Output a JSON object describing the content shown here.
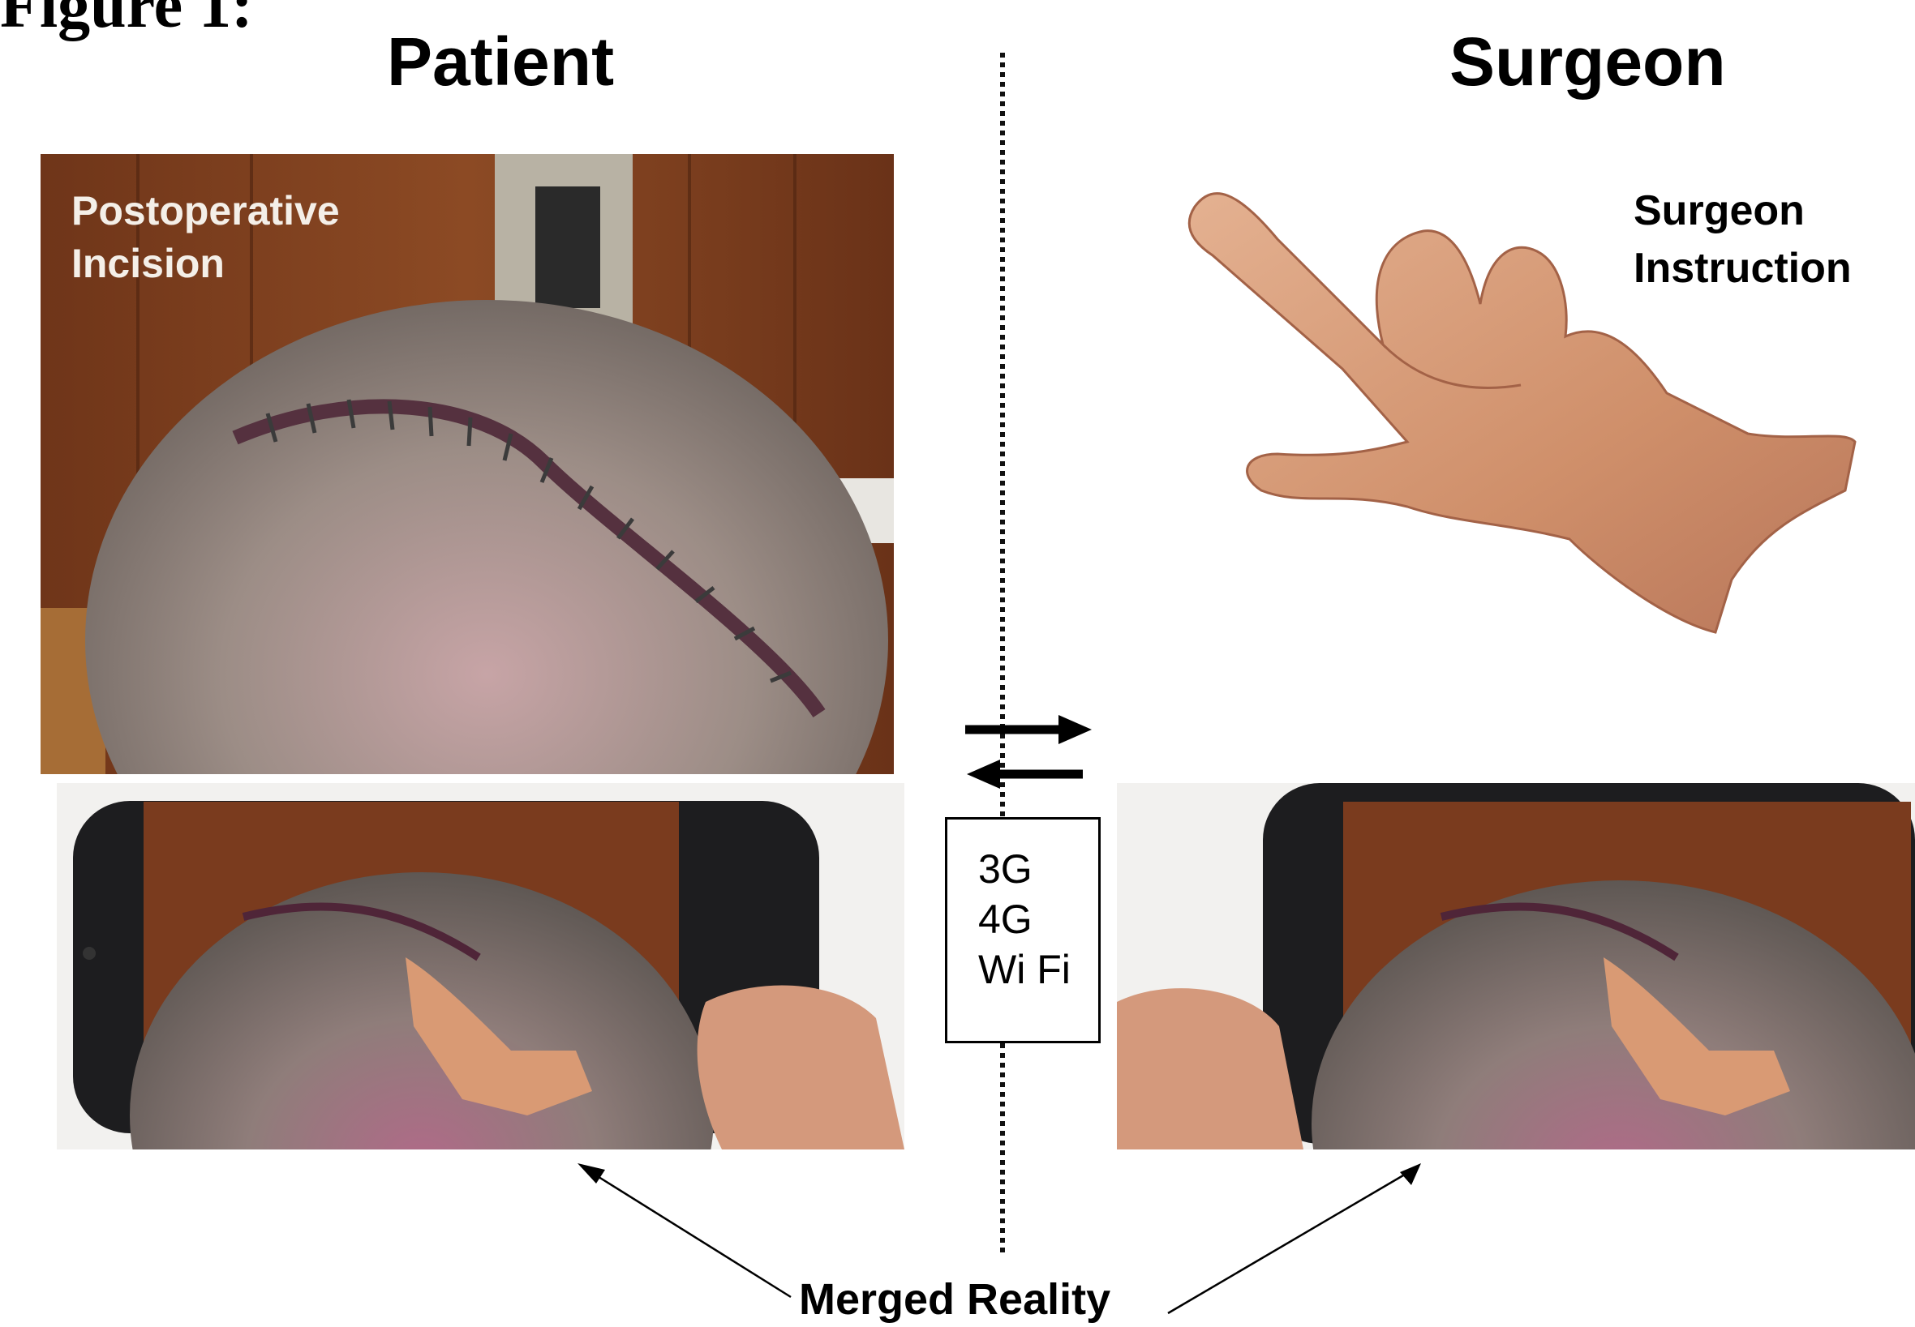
{
  "figure_label": "Figure 1:",
  "columns": {
    "left_title": "Patient",
    "right_title": "Surgeon"
  },
  "patient_photo": {
    "overlay": "Postoperative\nIncision"
  },
  "surgeon_panel": {
    "label": "Surgeon\nInstruction"
  },
  "network_box": {
    "items": [
      "3G",
      "4G",
      "Wi Fi"
    ]
  },
  "merged_label": "Merged Reality",
  "colors": {
    "wood": "#7a3b1e",
    "hair": "#8d857e",
    "scalp": "#c8a0a8",
    "skin": "#d79a78",
    "phone": "#1d1d1f",
    "overlay_text": "#ffffff"
  },
  "icons": [
    "right-arrow-icon",
    "left-arrow-icon",
    "pointing-hand-icon",
    "phone-icon"
  ]
}
